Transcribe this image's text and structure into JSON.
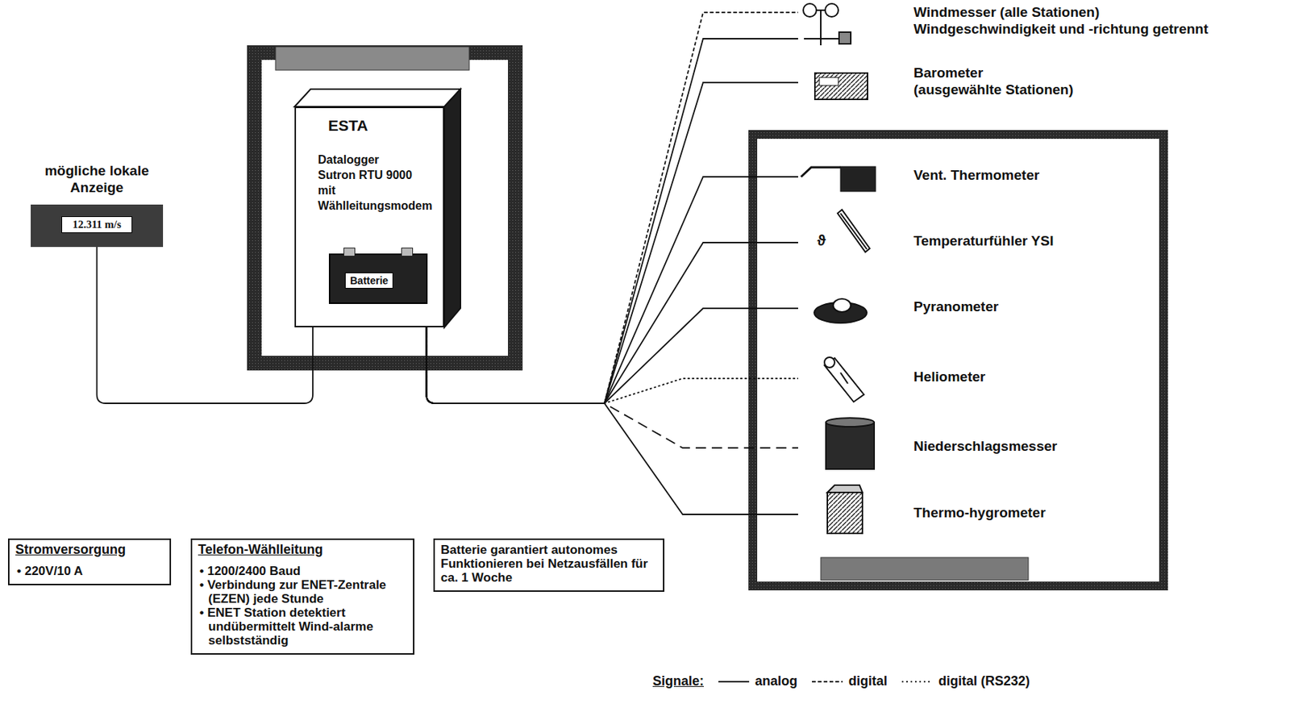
{
  "diagram": {
    "nodes": [
      {
        "text": [
          "Windmesser (alle Stationen)",
          "Windgeschwindigkeit und -richtung getrennt"
        ]
      },
      {
        "text": [
          "Barometer",
          "(ausgewählte Stationen)"
        ]
      },
      {
        "text": [
          "ESTA",
          "Datalogger Sutron RTU 9000 mit Wählleitungsmodem"
        ]
      },
      {
        "text": [
          "Batterie"
        ],
        "in": 2
      },
      {
        "text": [
          "mögliche lokale Anzeige",
          "12.311 m/s"
        ]
      },
      {
        "text": [
          "Vent. Thermometer"
        ]
      },
      {
        "text": [
          "Temperaturfühler YSI"
        ]
      },
      {
        "text": [
          "Pyranometer"
        ]
      },
      {
        "text": [
          "Heliometer"
        ]
      },
      {
        "text": [
          "Niederschlagsmesser"
        ]
      },
      {
        "text": [
          "Thermo-hygrometer"
        ]
      },
      {
        "text": [
          "Stromversorgung",
          "• 220V/10 A"
        ]
      },
      {
        "text": [
          "Telefon-Wählleitung",
          "• 1200/2400 Baud",
          "• Verbindung zur ENET-Zentrale (EZEN) jede Stunde",
          "• ENET Station detektiert undübermittelt Wind-alarme selbstständig"
        ]
      },
      {
        "text": [
          "Batterie garantiert autonomes Funktionieren bei Netzausfällen für ca. 1 Woche"
        ]
      }
    ],
    "edges": [
      {
        "from": 4,
        "to": 2,
        "arrow": "none"
      },
      {
        "from": 2,
        "to": 0,
        "arrow": "none"
      },
      {
        "from": 2,
        "to": 0,
        "arrow": "none"
      },
      {
        "from": 2,
        "to": 1,
        "arrow": "none"
      },
      {
        "from": 2,
        "to": 5,
        "arrow": "none"
      },
      {
        "from": 2,
        "to": 6,
        "arrow": "none"
      },
      {
        "from": 2,
        "to": 7,
        "arrow": "none"
      },
      {
        "from": 2,
        "to": 8,
        "arrow": "none"
      },
      {
        "from": 2,
        "to": 9,
        "arrow": "none"
      },
      {
        "from": 2,
        "to": 10,
        "arrow": "none"
      }
    ],
    "labels": [
      "Signale:",
      "ϑ"
    ],
    "legend": [
      {
        "text": "analog"
      },
      {
        "text": "digital"
      },
      {
        "text": "digital (RS232)"
      }
    ]
  }
}
